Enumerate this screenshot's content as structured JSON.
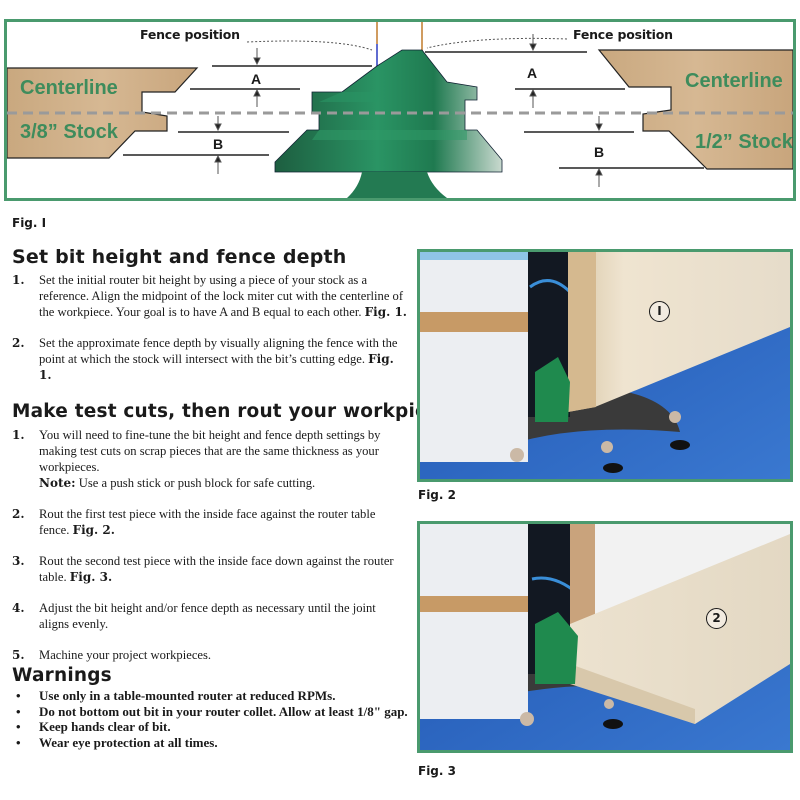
{
  "fig1": {
    "fence_left": "Fence position",
    "fence_right": "Fence position",
    "left_centerline": "Centerline",
    "left_stock": "3/8” Stock",
    "right_centerline": "Centerline",
    "right_stock": "1/2” Stock",
    "label_a_left": "A",
    "label_b_left": "B",
    "label_a_right": "A",
    "label_b_right": "B",
    "caption": "Fig. I",
    "colors": {
      "border": "#4a9a6e",
      "wood": "#cfae86",
      "bit_green": "#1f7a4e",
      "label_green": "#3e8c5c",
      "centerline": "#9a9a9a"
    }
  },
  "section1": {
    "title": "Set bit height and fence depth",
    "steps": [
      {
        "num": "1.",
        "text": "Set the initial router bit height by using a piece of your stock as a reference. Align the midpoint of the lock miter cut with the centerline of the workpiece. Your goal is to have A and B equal to each other. ",
        "ref": "Fig. 1."
      },
      {
        "num": "2.",
        "text": "Set the approximate fence depth by visually aligning the fence with the point at which the stock will intersect with the bit’s cutting edge. ",
        "ref": "Fig. 1."
      }
    ]
  },
  "section2": {
    "title": "Make test cuts, then rout your workpieces",
    "steps": [
      {
        "num": "1.",
        "text": "You will need to fine-tune the bit height and fence depth settings by making test cuts on scrap pieces that are the same thickness as your workpieces.",
        "note_label": "Note:",
        "note_text": " Use a push stick or push block for safe cutting."
      },
      {
        "num": "2.",
        "text": "Rout the first test piece with the inside face against the router table fence. ",
        "ref": "Fig. 2."
      },
      {
        "num": "3.",
        "text": "Rout the second test piece with the inside face down against the router table. ",
        "ref": "Fig. 3."
      },
      {
        "num": "4.",
        "text": "Adjust the bit height and/or fence depth as necessary until the joint aligns evenly."
      },
      {
        "num": "5.",
        "text": "Machine your project workpieces."
      }
    ]
  },
  "warnings": {
    "title": "Warnings",
    "bullet": "•",
    "items": [
      "Use only in a table-mounted router at reduced RPMs.",
      "Do not bottom out bit in your router collet. Allow at least 1/8\" gap.",
      "Keep hands clear of bit.",
      "Wear eye protection at all times."
    ]
  },
  "fig2": {
    "caption": "Fig. 2",
    "marker": "I"
  },
  "fig3": {
    "caption": "Fig. 3",
    "marker": "2"
  }
}
